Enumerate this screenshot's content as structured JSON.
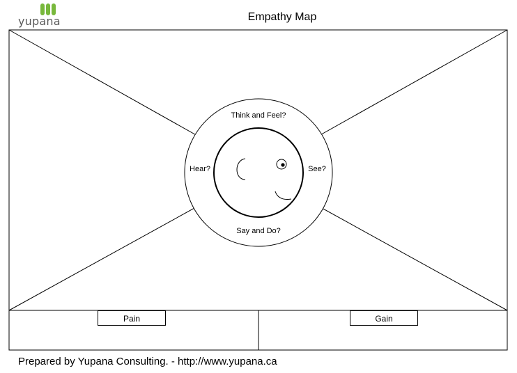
{
  "header": {
    "logo_text": "yupana",
    "title": "Empathy Map"
  },
  "map": {
    "think_feel": "Think and Feel?",
    "hear": "Hear?",
    "see": "See?",
    "say_do": "Say and Do?"
  },
  "bottom": {
    "pain": "Pain",
    "gain": "Gain"
  },
  "footer": {
    "text": "Prepared by Yupana Consulting.  - http://www.yupana.ca"
  },
  "colors": {
    "logo_green": "#78b83c",
    "logo_text": "#5a5a5a"
  }
}
